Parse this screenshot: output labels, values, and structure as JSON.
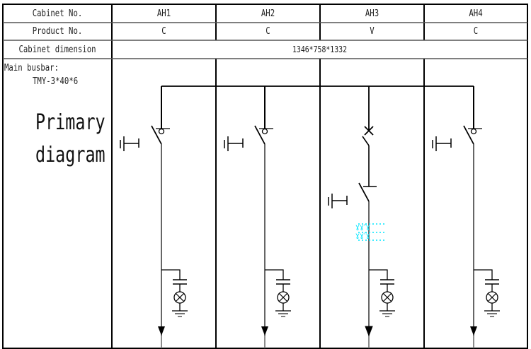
{
  "table": {
    "row_headers": {
      "cabinet_no": "Cabinet No.",
      "product_no": "Product No.",
      "cabinet_dimension": "Cabinet dimension",
      "main_busbar": "Main busbar:",
      "busbar_spec": "TMY-3*40*6",
      "primary_line1": "Primary",
      "primary_line2": "diagram"
    },
    "cabinets": [
      {
        "id": "AH1",
        "product": "C"
      },
      {
        "id": "AH2",
        "product": "C"
      },
      {
        "id": "AH3",
        "product": "V"
      },
      {
        "id": "AH4",
        "product": "C"
      }
    ],
    "dimension": "1346*758*1332"
  },
  "diagram": {
    "symbols": [
      "load-break-switch",
      "earthing-switch",
      "vacuum-circuit-breaker",
      "isolator",
      "current-transformer",
      "capacitive-voltage-indicator",
      "indicator-lamp",
      "ground",
      "outgoing-arrow"
    ],
    "line_color": "#000000",
    "ct_color": "#00e5ff"
  }
}
